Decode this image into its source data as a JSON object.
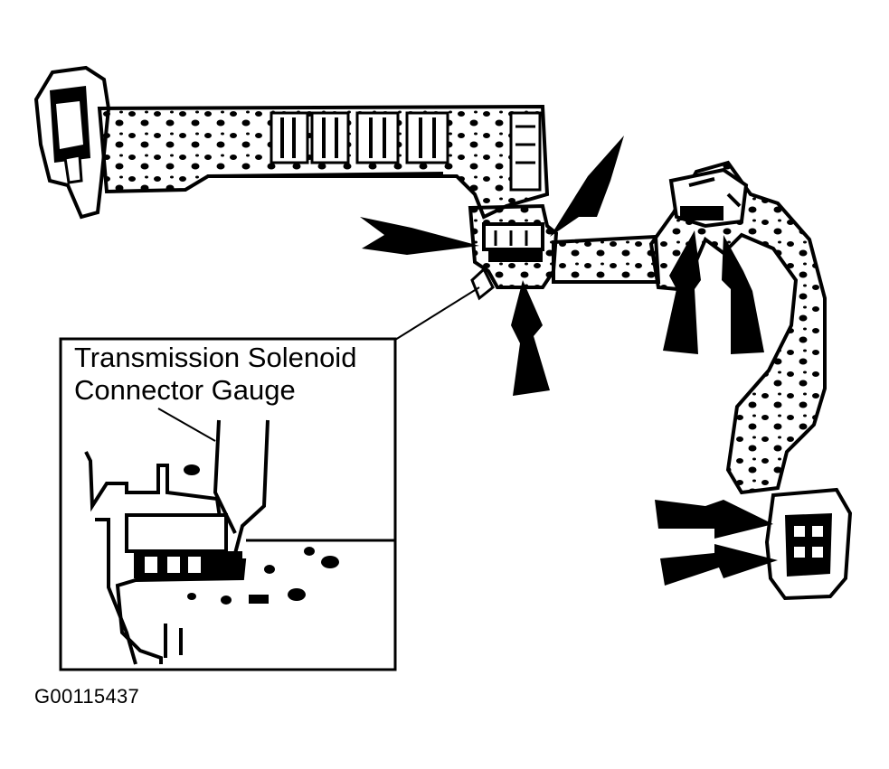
{
  "diagram": {
    "callout_line1": "Transmission Solenoid",
    "callout_line2": "Connector Gauge",
    "figure_id": "G00115437"
  }
}
